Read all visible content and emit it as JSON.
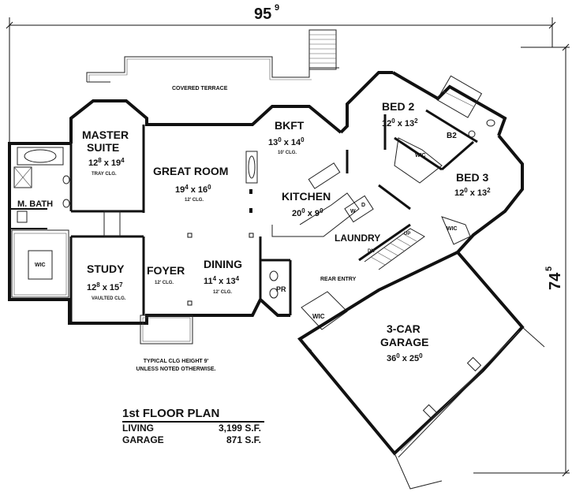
{
  "overall": {
    "width_label": "95",
    "width_sup": "9",
    "depth_label": "74",
    "depth_sup": "5"
  },
  "rooms": {
    "master_suite": {
      "name1": "MASTER",
      "name2": "SUITE",
      "dim": "12",
      "dim_a": "8",
      "dim_b": " x 19",
      "dim_c": "4",
      "clg": "TRAY CLG."
    },
    "master_bath": {
      "name": "M. BATH"
    },
    "master_wic": {
      "name": "WIC"
    },
    "great_room": {
      "name": "GREAT ROOM",
      "dim_a": "19",
      "dim_b": "4",
      "dim_c": " x 16",
      "dim_d": "0",
      "clg": "12' CLG."
    },
    "bkft": {
      "name": "BKFT",
      "dim_a": "13",
      "dim_b": "0",
      "dim_c": " x 14",
      "dim_d": "0",
      "clg": "10' CLG."
    },
    "kitchen": {
      "name": "KITCHEN",
      "dim_a": "20",
      "dim_b": "0",
      "dim_c": " x 9",
      "dim_d": "0"
    },
    "laundry": {
      "name": "LAUNDRY",
      "w": "W",
      "d": "D"
    },
    "study": {
      "name": "STUDY",
      "dim_a": "12",
      "dim_b": "8",
      "dim_c": " x 15",
      "dim_d": "7",
      "clg": "VAULTED CLG."
    },
    "foyer": {
      "name": "FOYER",
      "clg": "12' CLG."
    },
    "dining": {
      "name": "DINING",
      "dim_a": "11",
      "dim_b": "4",
      "dim_c": " x 13",
      "dim_d": "4",
      "clg": "12' CLG."
    },
    "pr": {
      "name": "PR"
    },
    "rear_entry": {
      "name": "REAR ENTRY"
    },
    "wic_rear": {
      "name": "WIC"
    },
    "bed2": {
      "name": "BED 2",
      "dim_a": "12",
      "dim_b": "0",
      "dim_c": " x 13",
      "dim_d": "2"
    },
    "b2": {
      "name": "B2"
    },
    "wic_bed2": {
      "name": "WIC"
    },
    "bed3": {
      "name": "BED 3",
      "dim_a": "12",
      "dim_b": "0",
      "dim_c": " x 13",
      "dim_d": "2"
    },
    "wic_bed3": {
      "name": "WIC"
    },
    "garage": {
      "name1": "3-CAR",
      "name2": "GARAGE",
      "dim_a": "36",
      "dim_b": "0",
      "dim_c": " x 25",
      "dim_d": "0"
    },
    "covered_terrace": {
      "name": "COVERED TERRACE"
    },
    "stairs": {
      "dn": "DN",
      "up": "UP"
    }
  },
  "note": {
    "line1": "TYPICAL CLG HEIGHT 9'",
    "line2": "UNLESS NOTED OTHERWISE."
  },
  "summary": {
    "title": "1st FLOOR PLAN",
    "rows": [
      {
        "label": "LIVING",
        "value": "3,199 S.F."
      },
      {
        "label": "GARAGE",
        "value": "871 S.F."
      }
    ]
  }
}
